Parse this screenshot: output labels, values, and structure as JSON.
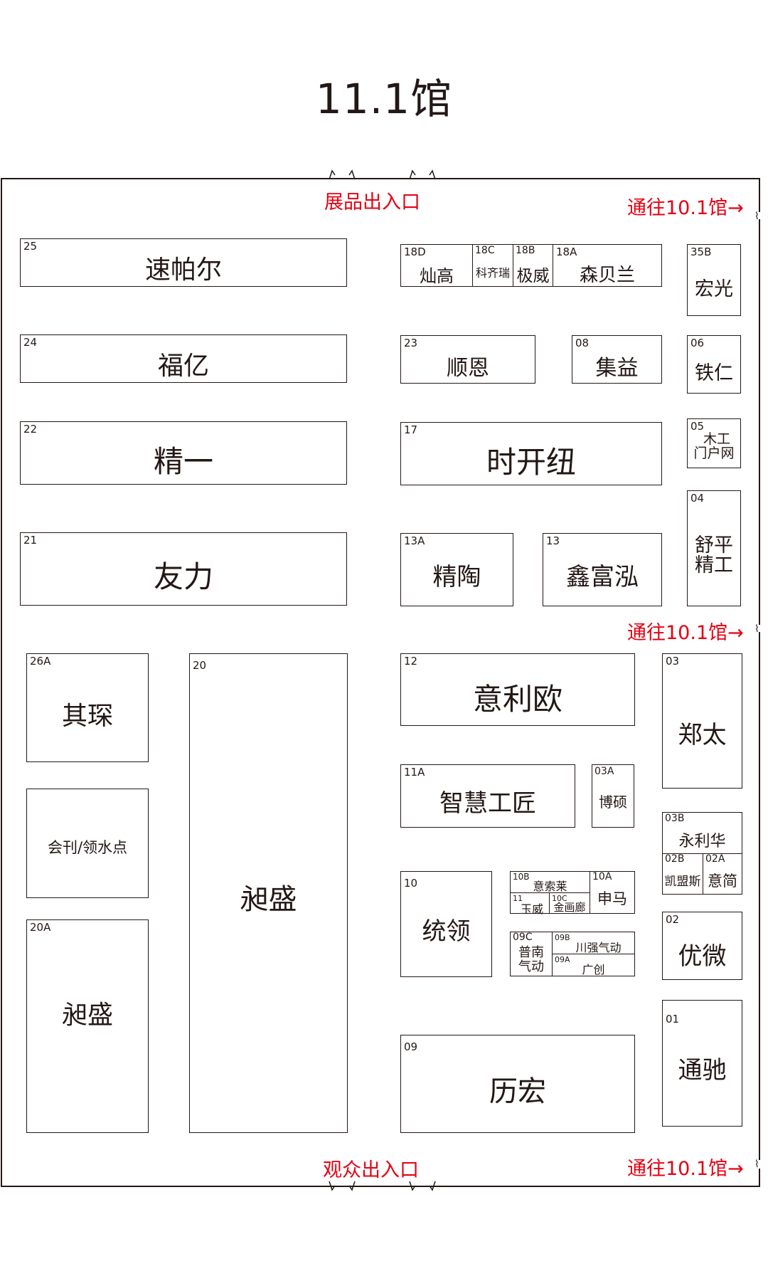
{
  "title": "11.1馆",
  "labels": {
    "top_entrance": "展品出入口",
    "bottom_entrance": "观众出入口",
    "to_hall": "通往10.1馆→"
  },
  "booths": {
    "b25": {
      "no": "25",
      "name": "速帕尔"
    },
    "b24": {
      "no": "24",
      "name": "福亿"
    },
    "b22": {
      "no": "22",
      "name": "精一"
    },
    "b21": {
      "no": "21",
      "name": "友力"
    },
    "b26a": {
      "no": "26A",
      "name": "其琛"
    },
    "service": {
      "name": "会刊/领水点"
    },
    "b20a": {
      "no": "20A",
      "name": "昶盛"
    },
    "b20": {
      "no": "20",
      "name": "昶盛"
    },
    "b18d": {
      "no": "18D",
      "name": "灿高"
    },
    "b18c": {
      "no": "18C",
      "name": "科齐瑞"
    },
    "b18b": {
      "no": "18B",
      "name": "极威"
    },
    "b18a": {
      "no": "18A",
      "name": "森贝兰"
    },
    "b35b": {
      "no": "35B",
      "name": "宏光"
    },
    "b23": {
      "no": "23",
      "name": "顺恩"
    },
    "b08": {
      "no": "08",
      "name": "集益"
    },
    "b06": {
      "no": "06",
      "name": "铁仁"
    },
    "b17": {
      "no": "17",
      "name": "时开纽"
    },
    "b05": {
      "no": "05",
      "name_line1": "木工",
      "name_line2": "门户网"
    },
    "b04": {
      "no": "04",
      "name_line1": "舒平",
      "name_line2": "精工"
    },
    "b13a": {
      "no": "13A",
      "name": "精陶"
    },
    "b13": {
      "no": "13",
      "name": "鑫富泓"
    },
    "b12": {
      "no": "12",
      "name": "意利欧"
    },
    "b03": {
      "no": "03",
      "name": "郑太"
    },
    "b11a": {
      "no": "11A",
      "name": "智慧工匠"
    },
    "b03a": {
      "no": "03A",
      "name": "博硕"
    },
    "b03b": {
      "no": "03B",
      "name": "永利华"
    },
    "b02b": {
      "no": "02B",
      "name": "凯盟斯"
    },
    "b02a": {
      "no": "02A",
      "name": "意简"
    },
    "b10": {
      "no": "10",
      "name": "统领"
    },
    "b10b": {
      "no": "10B",
      "name": "意索莱"
    },
    "b11": {
      "no": "11",
      "name": "玉威"
    },
    "b10c": {
      "no": "10C",
      "name": "金画廊"
    },
    "b10a": {
      "no": "10A",
      "name": "申马"
    },
    "b09c": {
      "no": "09C",
      "name_line1": "普南",
      "name_line2": "气动"
    },
    "b09b": {
      "no": "09B",
      "name": "川强气动"
    },
    "b09a": {
      "no": "09A",
      "name": "广创"
    },
    "b02": {
      "no": "02",
      "name": "优微"
    },
    "b01": {
      "no": "01",
      "name": "通驰"
    },
    "b09": {
      "no": "09",
      "name": "历宏"
    }
  }
}
